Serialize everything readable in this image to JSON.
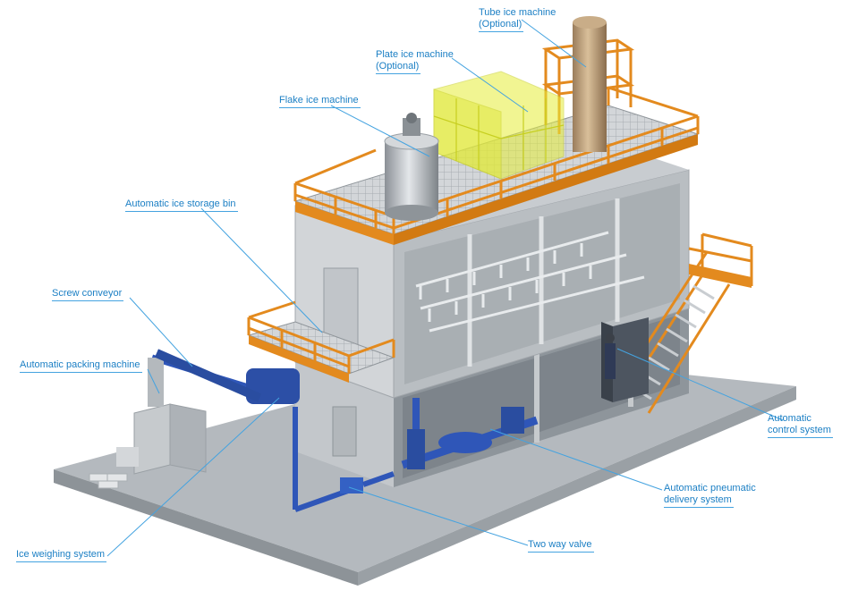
{
  "diagram": {
    "labels": {
      "tube_ice_machine": "Tube ice machine",
      "tube_ice_optional": "(Optional)",
      "plate_ice_machine": "Plate ice machine",
      "plate_ice_optional": "(Optional)",
      "flake_ice_machine": "Flake ice machine",
      "automatic_ice_storage_bin": "Automatic ice storage bin",
      "screw_conveyor": "Screw conveyor",
      "automatic_packing_machine": "Automatic packing machine",
      "automatic_control_system_1": "Automatic",
      "automatic_control_system_2": "control system",
      "automatic_pneumatic_delivery_1": "Automatic pneumatic",
      "automatic_pneumatic_delivery_2": "delivery system",
      "two_way_valve": "Two way valve",
      "ice_weighing_system": "Ice weighing system"
    },
    "colors": {
      "label_text": "#1b7fc4",
      "leader_line": "#44a3e0",
      "railing": "#e38a1e",
      "pipe": "#2f56b8",
      "enclosure": "#c8ccd0",
      "base": "#a8adb2",
      "optional_machine": "#e6ee3a"
    }
  }
}
